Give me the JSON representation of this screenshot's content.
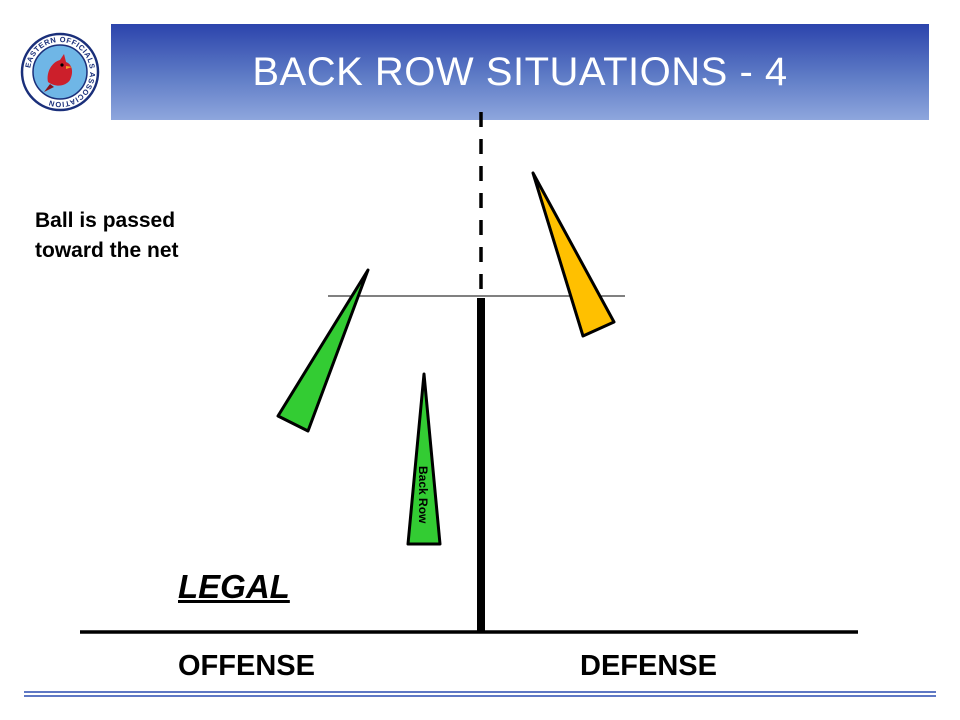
{
  "slide": {
    "title": "BACK ROW SITUATIONS - 4",
    "caption_lines": [
      "Ball is passed",
      "toward the net"
    ],
    "verdict": "LEGAL",
    "offense_label": "OFFENSE",
    "defense_label": "DEFENSE"
  },
  "logo": {
    "icon": "cardinal-bird-icon",
    "text": "EASTERN OFFICIALS ASSOCIATION"
  },
  "players": [
    {
      "role": "front-row-offense",
      "side": "offense",
      "color": "#33cc33",
      "label": ""
    },
    {
      "role": "back-row-offense",
      "side": "offense",
      "color": "#33cc33",
      "label": "Back Row"
    },
    {
      "role": "blocker-defense",
      "side": "defense",
      "color": "#ffc000",
      "label": ""
    }
  ],
  "colors": {
    "title_bar_top": "#2c44ac",
    "title_bar_bottom": "#8ea6dd",
    "offense_player": "#33cc33",
    "defense_player": "#ffc000"
  }
}
